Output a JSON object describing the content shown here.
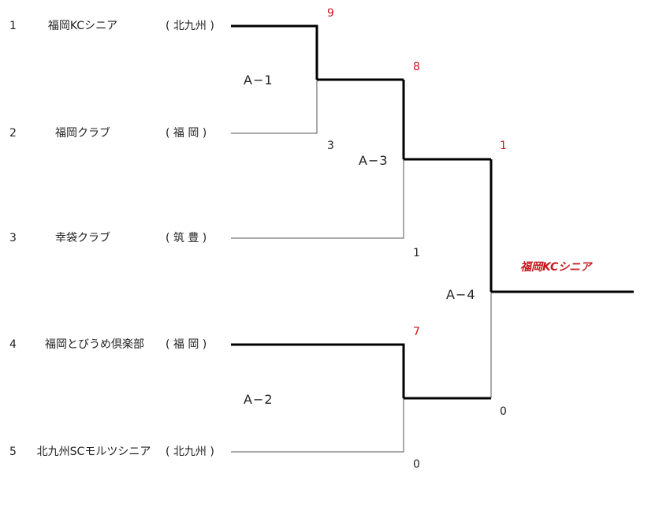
{
  "teams": [
    {
      "seed": "1",
      "name": "福岡KCシニア",
      "region": "(  北九州  )"
    },
    {
      "seed": "2",
      "name": "福岡クラブ",
      "region": "(  福  岡  )"
    },
    {
      "seed": "3",
      "name": "幸袋クラブ",
      "region": "(  筑  豊  )"
    },
    {
      "seed": "4",
      "name": "福岡とびうめ倶楽部",
      "region": "(  福  岡  )"
    },
    {
      "seed": "5",
      "name": "北九州SCモルツシニア",
      "region": "(  北九州  )"
    }
  ],
  "matches": {
    "a1": "A−1",
    "a2": "A−2",
    "a3": "A−3",
    "a4": "A−4"
  },
  "scores": {
    "a1_top": "9",
    "a1_bottom": "3",
    "a3_top": "8",
    "a3_bottom": "1",
    "a2_top": "7",
    "a2_bottom": "0",
    "a4_top": "1",
    "a4_bottom": "0"
  },
  "champion": "福岡KCシニア",
  "colors": {
    "winner": "#c8161d",
    "line": "#000000",
    "loser_line": "#555555"
  }
}
